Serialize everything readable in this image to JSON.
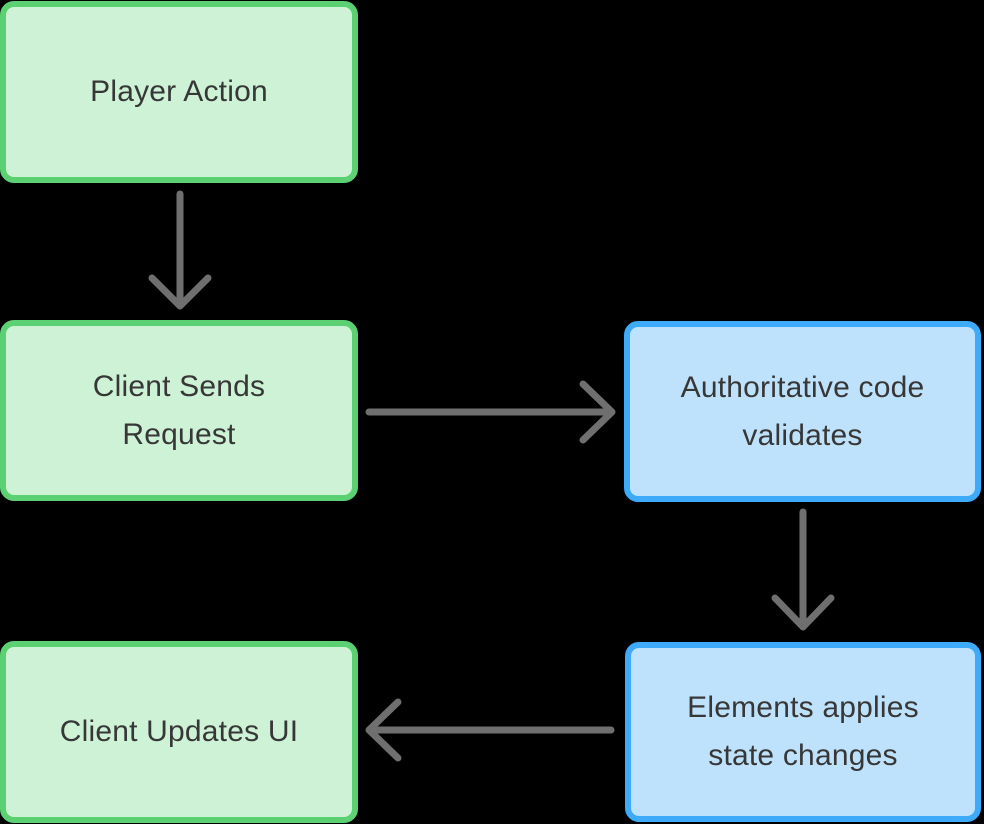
{
  "diagram": {
    "background": "#000000",
    "nodes": [
      {
        "id": "player-action",
        "label": "Player Action",
        "lines": [
          "Player Action"
        ],
        "variant": "green"
      },
      {
        "id": "client-sends-request",
        "label": "Client Sends Request",
        "lines": [
          "Client Sends",
          "Request"
        ],
        "variant": "green"
      },
      {
        "id": "authoritative-code-validates",
        "label": "Authoritative code validates",
        "lines": [
          "Authoritative code",
          "validates"
        ],
        "variant": "blue"
      },
      {
        "id": "client-updates-ui",
        "label": "Client Updates UI",
        "lines": [
          "Client Updates UI"
        ],
        "variant": "green"
      },
      {
        "id": "elements-applies-state-changes",
        "label": "Elements applies state changes",
        "lines": [
          "Elements applies",
          "state changes"
        ],
        "variant": "blue"
      }
    ],
    "edges": [
      {
        "from": "player-action",
        "to": "client-sends-request",
        "direction": "down"
      },
      {
        "from": "client-sends-request",
        "to": "authoritative-code-validates",
        "direction": "right"
      },
      {
        "from": "authoritative-code-validates",
        "to": "elements-applies-state-changes",
        "direction": "down"
      },
      {
        "from": "elements-applies-state-changes",
        "to": "client-updates-ui",
        "direction": "left"
      }
    ],
    "colors": {
      "green_fill": "#cdf2d5",
      "green_border": "#5bd173",
      "blue_fill": "#bee2fb",
      "blue_border": "#3daafa",
      "arrow": "#6f6f6f",
      "text": "#373737",
      "background": "#000000"
    }
  }
}
